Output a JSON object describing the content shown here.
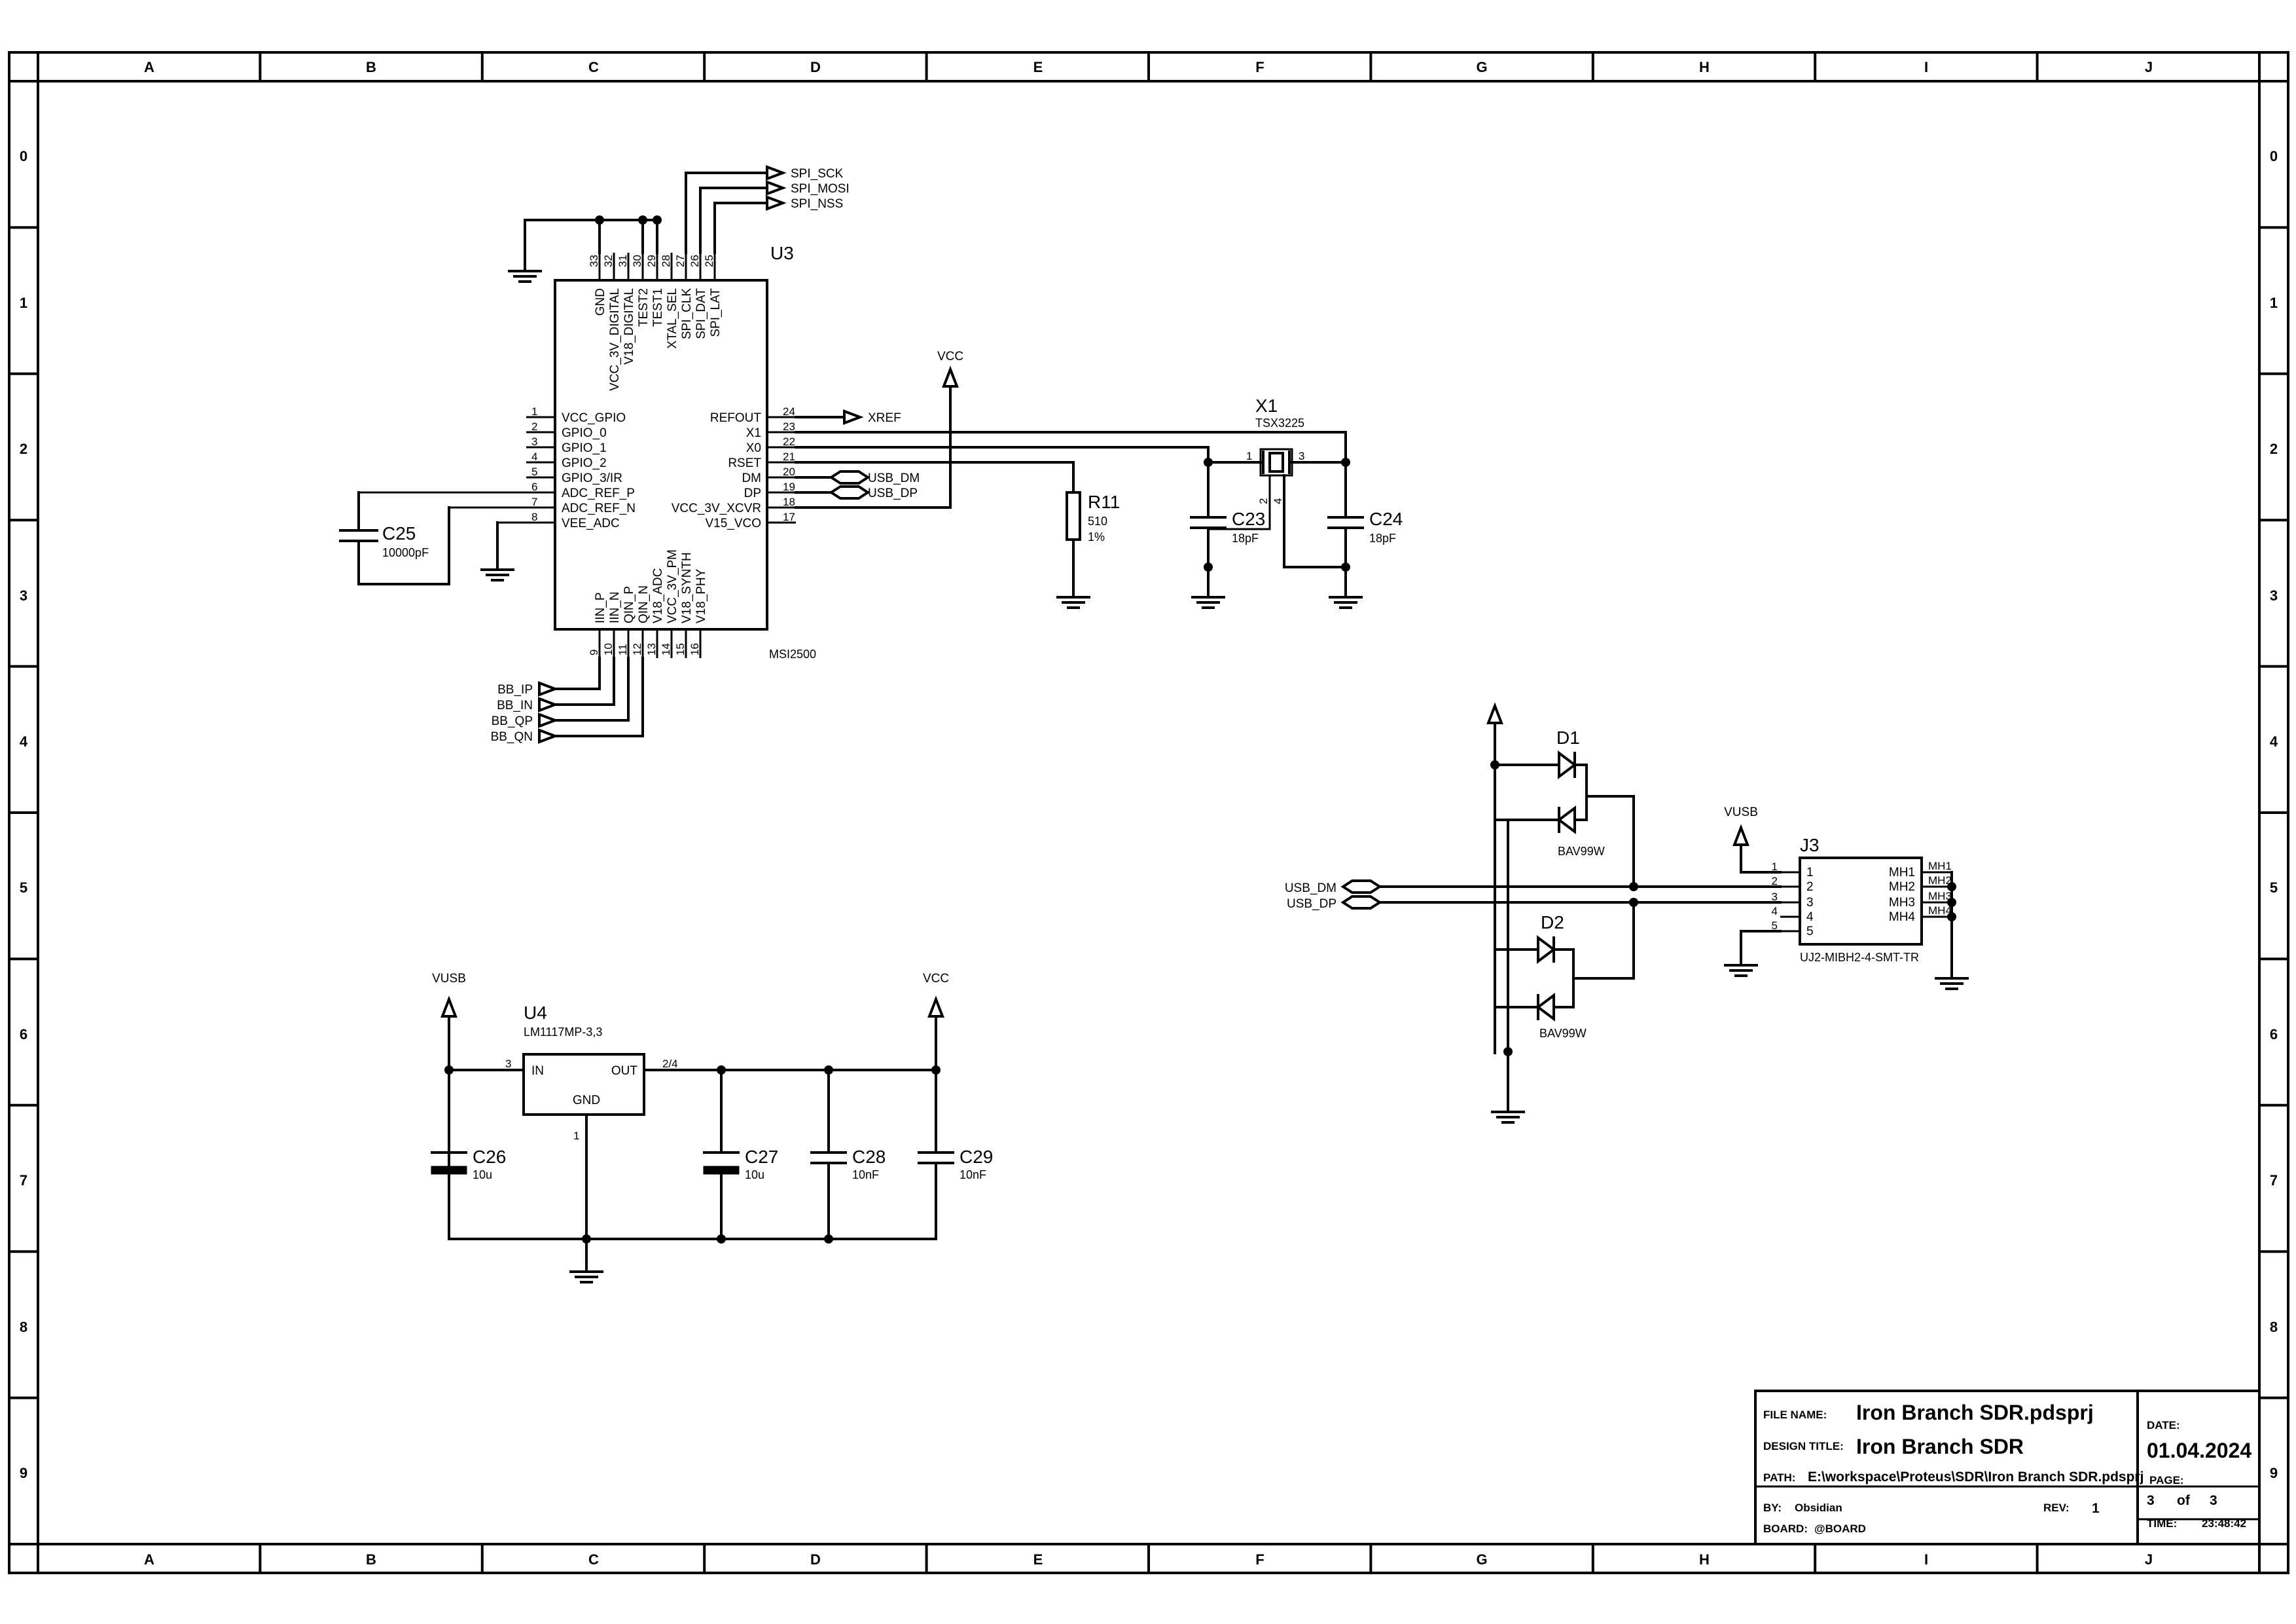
{
  "zones": {
    "columns": [
      "A",
      "B",
      "C",
      "D",
      "E",
      "F",
      "G",
      "H",
      "I",
      "J"
    ],
    "rows": [
      "0",
      "1",
      "2",
      "3",
      "4",
      "5",
      "6",
      "7",
      "8",
      "9"
    ]
  },
  "u3": {
    "ref": "U3",
    "part": "MSI2500",
    "top_pins": [
      {
        "num": "33",
        "name": "GND"
      },
      {
        "num": "32",
        "name": "VCC_3V_DIGITAL"
      },
      {
        "num": "31",
        "name": "V18_DIGITAL"
      },
      {
        "num": "30",
        "name": "TEST2"
      },
      {
        "num": "29",
        "name": "TEST1"
      },
      {
        "num": "28",
        "name": "XTAL_SEL"
      },
      {
        "num": "27",
        "name": "SPI_CLK"
      },
      {
        "num": "26",
        "name": "SPI_DAT"
      },
      {
        "num": "25",
        "name": "SPI_LAT"
      }
    ],
    "left_pins": [
      {
        "num": "1",
        "name": "VCC_GPIO"
      },
      {
        "num": "2",
        "name": "GPIO_0"
      },
      {
        "num": "3",
        "name": "GPIO_1"
      },
      {
        "num": "4",
        "name": "GPIO_2"
      },
      {
        "num": "5",
        "name": "GPIO_3/IR"
      },
      {
        "num": "6",
        "name": "ADC_REF_P"
      },
      {
        "num": "7",
        "name": "ADC_REF_N"
      },
      {
        "num": "8",
        "name": "VEE_ADC"
      }
    ],
    "right_pins": [
      {
        "num": "24",
        "name": "REFOUT"
      },
      {
        "num": "23",
        "name": "X1"
      },
      {
        "num": "22",
        "name": "X0"
      },
      {
        "num": "21",
        "name": "RSET"
      },
      {
        "num": "20",
        "name": "DM"
      },
      {
        "num": "19",
        "name": "DP"
      },
      {
        "num": "18",
        "name": "VCC_3V_XCVR"
      },
      {
        "num": "17",
        "name": "V15_VCO"
      }
    ],
    "bottom_pins": [
      {
        "num": "9",
        "name": "IIN_P"
      },
      {
        "num": "10",
        "name": "IIN_N"
      },
      {
        "num": "11",
        "name": "QIN_P"
      },
      {
        "num": "12",
        "name": "QIN_N"
      },
      {
        "num": "13",
        "name": "V18_ADC"
      },
      {
        "num": "14",
        "name": "VCC_3V_PM"
      },
      {
        "num": "15",
        "name": "V18_SYNTH"
      },
      {
        "num": "16",
        "name": "V18_PHY"
      }
    ]
  },
  "nets": {
    "spi_sck": "SPI_SCK",
    "spi_mosi": "SPI_MOSI",
    "spi_nss": "SPI_NSS",
    "xref": "XREF",
    "usb_dm": "USB_DM",
    "usb_dp": "USB_DP",
    "bb_ip": "BB_IP",
    "bb_in": "BB_IN",
    "bb_qp": "BB_QP",
    "bb_qn": "BB_QN",
    "vcc": "VCC",
    "vusb": "VUSB"
  },
  "c25": {
    "ref": "C25",
    "value": "10000pF"
  },
  "r11": {
    "ref": "R11",
    "value": "510",
    "tol": "1%"
  },
  "x1": {
    "ref": "X1",
    "part": "TSX3225",
    "p1": "1",
    "p2": "2",
    "p3": "3",
    "p4": "4"
  },
  "c23": {
    "ref": "C23",
    "value": "18pF"
  },
  "c24": {
    "ref": "C24",
    "value": "18pF"
  },
  "d1": {
    "ref": "D1",
    "part": "BAV99W"
  },
  "d2": {
    "ref": "D2",
    "part": "BAV99W"
  },
  "j3": {
    "ref": "J3",
    "part": "UJ2-MIBH2-4-SMT-TR",
    "pins": [
      {
        "num": "1",
        "name": "1",
        "mh": "MH1",
        "mhname": "MH1"
      },
      {
        "num": "2",
        "name": "2",
        "mh": "MH2",
        "mhname": "MH2"
      },
      {
        "num": "3",
        "name": "3",
        "mh": "MH3",
        "mhname": "MH3"
      },
      {
        "num": "4",
        "name": "4",
        "mh": "MH4",
        "mhname": "MH4"
      },
      {
        "num": "5",
        "name": "5"
      }
    ]
  },
  "u4": {
    "ref": "U4",
    "part": "LM1117MP-3,3",
    "in": "IN",
    "out": "OUT",
    "gnd": "GND",
    "pin_in": "3",
    "pin_out": "2/4",
    "pin_gnd": "1"
  },
  "c26": {
    "ref": "C26",
    "value": "10u"
  },
  "c27": {
    "ref": "C27",
    "value": "10u"
  },
  "c28": {
    "ref": "C28",
    "value": "10nF"
  },
  "c29": {
    "ref": "C29",
    "value": "10nF"
  },
  "titleblock": {
    "file_label": "FILE NAME:",
    "file_value": "Iron Branch SDR.pdsprj",
    "design_label": "DESIGN TITLE:",
    "design_value": "Iron Branch SDR",
    "path_label": "PATH:",
    "path_value": "E:\\workspace\\Proteus\\SDR\\Iron Branch SDR.pdsprj",
    "by_label": "BY:",
    "by_value": "Obsidian",
    "rev_label": "REV:",
    "rev_value": "1",
    "board_label": "BOARD:",
    "board_value": "@BOARD",
    "date_label": "DATE:",
    "date_value": "01.04.2024",
    "page_label": "PAGE:",
    "page_value": "3",
    "page_of": "of",
    "page_total": "3",
    "time_label": "TIME:",
    "time_value": "23:48:42"
  }
}
